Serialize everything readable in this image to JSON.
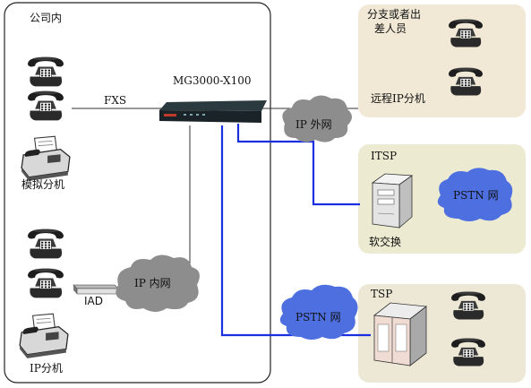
{
  "labels": {
    "office": "公司内",
    "device": "MG3000-X100",
    "fxs": "FXS",
    "analog_ext": "模拟分机",
    "ip_ext": "IP分机",
    "iad": "IAD",
    "lan": "IP 内网",
    "wan": "IP 外网",
    "remote_line1": "分支或者出",
    "remote_line2": "差人员",
    "remote_ip_ext": "远程IP分机",
    "itsp": "ITSP",
    "softswitch": "软交换",
    "pstn_itsp": "PSTN 网",
    "tsp": "TSP",
    "pstn_tsp": "PSTN 网"
  },
  "colors": {
    "remote_box": "#f1e9d6",
    "itsp_box": "#ecebd2",
    "tsp_box": "#ede8d5",
    "cloud_gray": "#8d8d8d",
    "cloud_blue": "#4e6fe0",
    "blue_link": "#1a2fe0",
    "black_link": "#333333"
  },
  "icons": [
    "telephone-icon",
    "fax-icon",
    "server-icon",
    "cabinet-icon",
    "gateway-icon",
    "iad-icon",
    "cloud-icon"
  ]
}
